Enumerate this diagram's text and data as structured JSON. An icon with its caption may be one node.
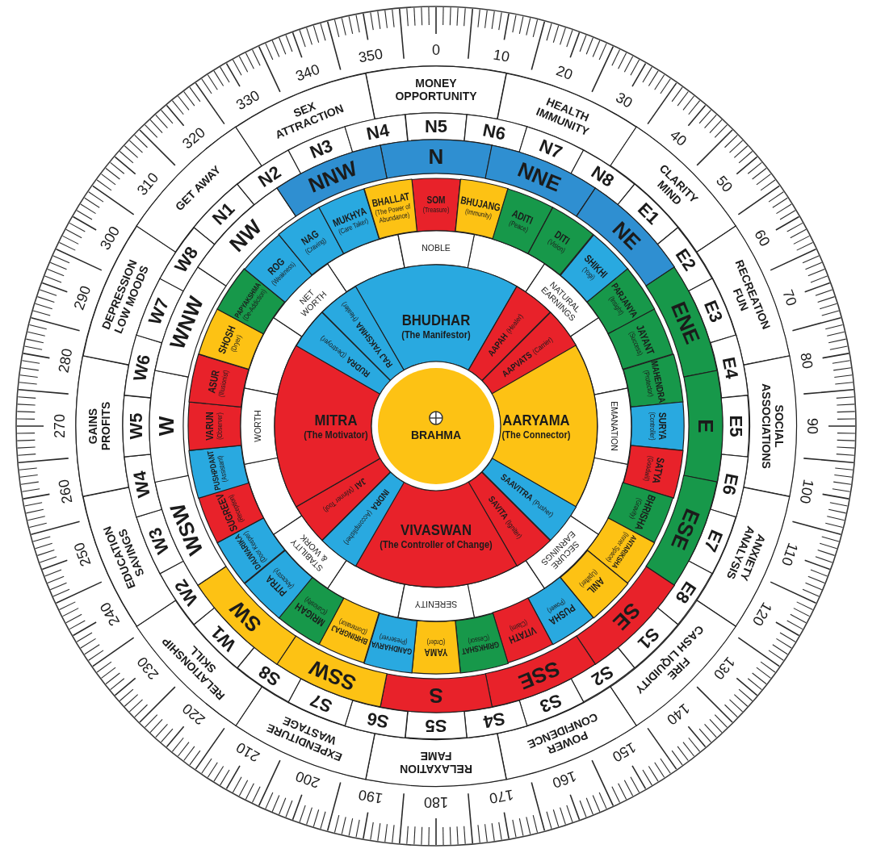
{
  "diagram": {
    "nodes": [
      {
        "text": [
          "MONEY",
          "OPPORTUNITY"
        ]
      },
      {
        "text": [
          "HEALTH",
          "IMMUNITY"
        ]
      },
      {
        "text": [
          "CLARITY",
          "MIND"
        ]
      },
      {
        "text": [
          "RECREATION",
          "FUN"
        ]
      },
      {
        "text": [
          "SOCIAL",
          "ASSOCIATIONS"
        ]
      },
      {
        "text": [
          "ANXIETY",
          "ANALYSIS"
        ]
      },
      {
        "text": [
          "FIRE",
          "CASH LIQUIDITY"
        ]
      },
      {
        "text": [
          "POWER",
          "CONFIDENCE"
        ]
      },
      {
        "text": [
          "RELAXATION",
          "FAME"
        ]
      },
      {
        "text": [
          "EXPENDITURE",
          "WASTAGE"
        ]
      },
      {
        "text": [
          "RELATIONSHIP",
          "SKILL"
        ]
      },
      {
        "text": [
          "EDUCATION",
          "SAVINGS"
        ]
      },
      {
        "text": [
          "GAINS",
          "PROFITS"
        ]
      },
      {
        "text": [
          "DEPRESSION",
          "LOW MOODS"
        ]
      },
      {
        "text": [
          "GET AWAY"
        ]
      },
      {
        "text": [
          "SEX",
          "ATTRACTION"
        ]
      },
      {
        "text": [
          "N1"
        ]
      },
      {
        "text": [
          "N2"
        ]
      },
      {
        "text": [
          "N3"
        ]
      },
      {
        "text": [
          "N4"
        ]
      },
      {
        "text": [
          "N5"
        ]
      },
      {
        "text": [
          "N6"
        ]
      },
      {
        "text": [
          "N7"
        ]
      },
      {
        "text": [
          "N8"
        ]
      },
      {
        "text": [
          "E1"
        ]
      },
      {
        "text": [
          "E2"
        ]
      },
      {
        "text": [
          "E3"
        ]
      },
      {
        "text": [
          "E4"
        ]
      },
      {
        "text": [
          "E5"
        ]
      },
      {
        "text": [
          "E6"
        ]
      },
      {
        "text": [
          "E7"
        ]
      },
      {
        "text": [
          "E8"
        ]
      },
      {
        "text": [
          "S1"
        ]
      },
      {
        "text": [
          "S2"
        ]
      },
      {
        "text": [
          "S3"
        ]
      },
      {
        "text": [
          "S4"
        ]
      },
      {
        "text": [
          "S5"
        ]
      },
      {
        "text": [
          "S6"
        ]
      },
      {
        "text": [
          "S7"
        ]
      },
      {
        "text": [
          "S8"
        ]
      },
      {
        "text": [
          "W1"
        ]
      },
      {
        "text": [
          "W2"
        ]
      },
      {
        "text": [
          "W3"
        ]
      },
      {
        "text": [
          "W4"
        ]
      },
      {
        "text": [
          "W5"
        ]
      },
      {
        "text": [
          "W6"
        ]
      },
      {
        "text": [
          "W7"
        ]
      },
      {
        "text": [
          "W8"
        ]
      },
      {
        "text": [
          "N"
        ]
      },
      {
        "text": [
          "NNE"
        ]
      },
      {
        "text": [
          "NE"
        ]
      },
      {
        "text": [
          "ENE"
        ]
      },
      {
        "text": [
          "E"
        ]
      },
      {
        "text": [
          "ESE"
        ]
      },
      {
        "text": [
          "SE"
        ]
      },
      {
        "text": [
          "SSE"
        ]
      },
      {
        "text": [
          "S"
        ]
      },
      {
        "text": [
          "SSW"
        ]
      },
      {
        "text": [
          "SW"
        ]
      },
      {
        "text": [
          "WSW"
        ]
      },
      {
        "text": [
          "W"
        ]
      },
      {
        "text": [
          "WNW"
        ]
      },
      {
        "text": [
          "NW"
        ]
      },
      {
        "text": [
          "NNW"
        ]
      },
      {
        "text": [
          "SOM",
          "(Treasure)"
        ]
      },
      {
        "text": [
          "BHUJANG",
          "(Immunity)"
        ]
      },
      {
        "text": [
          "ADITI",
          "(Peace)"
        ]
      },
      {
        "text": [
          "DITI",
          "(Vision)"
        ]
      },
      {
        "text": [
          "SHIKHI",
          "(Yogi)"
        ]
      },
      {
        "text": [
          "PARJANYA",
          "(Insight)"
        ]
      },
      {
        "text": [
          "JAYANT",
          "(Success)"
        ]
      },
      {
        "text": [
          "MAHENDRA",
          "(Protector)"
        ]
      },
      {
        "text": [
          "SURYA",
          "(Controller)"
        ]
      },
      {
        "text": [
          "SATYA",
          "(Goodwill)"
        ]
      },
      {
        "text": [
          "BHRISHA",
          "(Gravity)"
        ]
      },
      {
        "text": [
          "ANTARIKSHA",
          "(Inner Space)"
        ]
      },
      {
        "text": [
          "ANIL",
          "(Uplifter)"
        ]
      },
      {
        "text": [
          "PUSHA",
          "(Power)"
        ]
      },
      {
        "text": [
          "VITATH",
          "(Claim)"
        ]
      },
      {
        "text": [
          "GRIHKSHAT",
          "(Cessor)"
        ]
      },
      {
        "text": [
          "YAMA",
          "(Order)"
        ]
      },
      {
        "text": [
          "GANDHARVA",
          "(Preserver)"
        ]
      },
      {
        "text": [
          "BHRINGRAJ",
          "(Dominator)"
        ]
      },
      {
        "text": [
          "MRIGAH",
          "(Curiosity)"
        ]
      },
      {
        "text": [
          "PITRA",
          "(Ancestry)"
        ]
      },
      {
        "text": [
          "DAUWARIKA",
          "(Door Keeper)"
        ]
      },
      {
        "text": [
          "SUGREEV",
          "(Reception)"
        ]
      },
      {
        "text": [
          "PUSHPDANT",
          "(Assistant)"
        ]
      },
      {
        "text": [
          "VARUN",
          "(Observer)"
        ]
      },
      {
        "text": [
          "ASUR",
          "(Illusionist)"
        ]
      },
      {
        "text": [
          "SHOSH",
          "(Dryer)"
        ]
      },
      {
        "text": [
          "PAPYAKSHMA",
          "(De-Addiction)"
        ]
      },
      {
        "text": [
          "ROG",
          "(Weakness)"
        ]
      },
      {
        "text": [
          "NAG",
          "(Craving)"
        ]
      },
      {
        "text": [
          "MUKHYA",
          "(Care Taker)"
        ]
      },
      {
        "text": [
          "BHALLAT",
          "(The Power of Abundance)"
        ]
      },
      {
        "text": [
          "NOBLE"
        ]
      },
      {
        "text": [
          "NATURAL EARNINGS"
        ]
      },
      {
        "text": [
          "EMANATION"
        ]
      },
      {
        "text": [
          "SECURE EARNINGS"
        ]
      },
      {
        "text": [
          "SERENITY"
        ]
      },
      {
        "text": [
          "STABILITY & WORK"
        ]
      },
      {
        "text": [
          "WORTH"
        ]
      },
      {
        "text": [
          "NET WORTH"
        ]
      },
      {
        "text": [
          "BHUDHAR",
          "(The Manifestor)"
        ]
      },
      {
        "text": [
          "AAPAH",
          "(Healer)"
        ]
      },
      {
        "text": [
          "AAPVATS",
          "(Carrier)"
        ]
      },
      {
        "text": [
          "AARYAMA",
          "(The Connector)"
        ]
      },
      {
        "text": [
          "SAAVITRA",
          "(Pusher)"
        ]
      },
      {
        "text": [
          "SAVITA",
          "(Igniter)"
        ]
      },
      {
        "text": [
          "VIVASWAN",
          "(The Controller of Change)"
        ]
      },
      {
        "text": [
          "INDRA",
          "(Accomplisher)"
        ]
      },
      {
        "text": [
          "JAI",
          "(Winner Tool)"
        ]
      },
      {
        "text": [
          "MITRA",
          "(The Motivator)"
        ]
      },
      {
        "text": [
          "RUDRA",
          "(Destroyer)"
        ]
      },
      {
        "text": [
          "RAJ YAKSHMA",
          "(Healer)"
        ]
      },
      {
        "text": [
          "BRAHMA"
        ]
      }
    ],
    "labels": [
      "0",
      "10",
      "20",
      "30",
      "40",
      "50",
      "60",
      "70",
      "80",
      "90",
      "100",
      "110",
      "120",
      "130",
      "140",
      "150",
      "160",
      "170",
      "180",
      "190",
      "200",
      "210",
      "220",
      "230",
      "240",
      "250",
      "260",
      "270",
      "280",
      "290",
      "300",
      "310",
      "320",
      "330",
      "340",
      "350"
    ]
  }
}
